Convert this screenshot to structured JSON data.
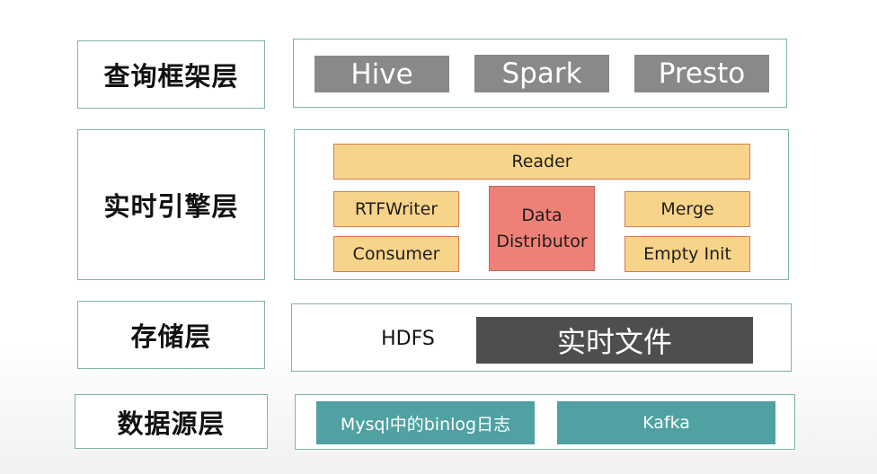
{
  "layers": {
    "query": {
      "label": "查询框架层",
      "items": [
        "Hive",
        "Spark",
        "Presto"
      ]
    },
    "engine": {
      "label": "实时引擎层",
      "reader": "Reader",
      "rtfwriter": "RTFWriter",
      "consumer": "Consumer",
      "distributor_line1": "Data",
      "distributor_line2": "Distributor",
      "merge": "Merge",
      "empty_init": "Empty Init"
    },
    "storage": {
      "label": "存储层",
      "hdfs": "HDFS",
      "realtime_file": "实时文件"
    },
    "source": {
      "label": "数据源层",
      "mysql": "Mysql中的binlog日志",
      "kafka": "Kafka"
    }
  },
  "colors": {
    "border": "#7fb3ad",
    "grey_block": "#898989",
    "dark_block": "#4e4e4e",
    "yellow_block": "#f8d48a",
    "yellow_border": "#d97a4c",
    "red_block": "#ee8077",
    "teal_block": "#4fa1a2"
  }
}
